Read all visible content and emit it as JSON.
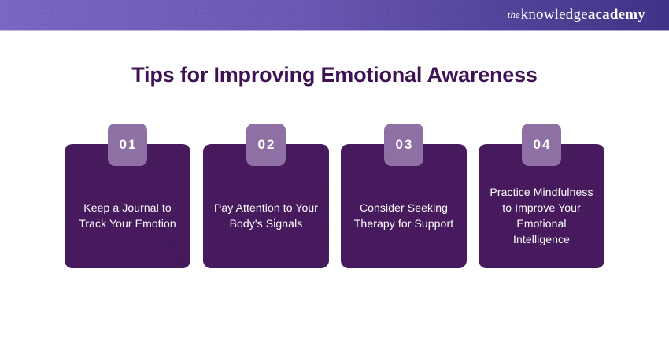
{
  "header": {
    "logo": {
      "the": "the",
      "knowledge": "knowledge",
      "academy": "academy"
    }
  },
  "title": "Tips for Improving Emotional Awareness",
  "cards": [
    {
      "number": "01",
      "text": "Keep a Journal to Track Your Emotion"
    },
    {
      "number": "02",
      "text": "Pay Attention to Your Body's Signals"
    },
    {
      "number": "03",
      "text": "Consider Seeking Therapy for Support"
    },
    {
      "number": "04",
      "text": "Practice Mindfulness to Improve Your Emotional Intelligence"
    }
  ],
  "colors": {
    "header_gradient_left": "#7a67c4",
    "header_gradient_right": "#413287",
    "card_background": "#471a5e",
    "badge_background": "#8e70a4",
    "title_color": "#3e1253",
    "card_text_color": "#ffffff"
  }
}
